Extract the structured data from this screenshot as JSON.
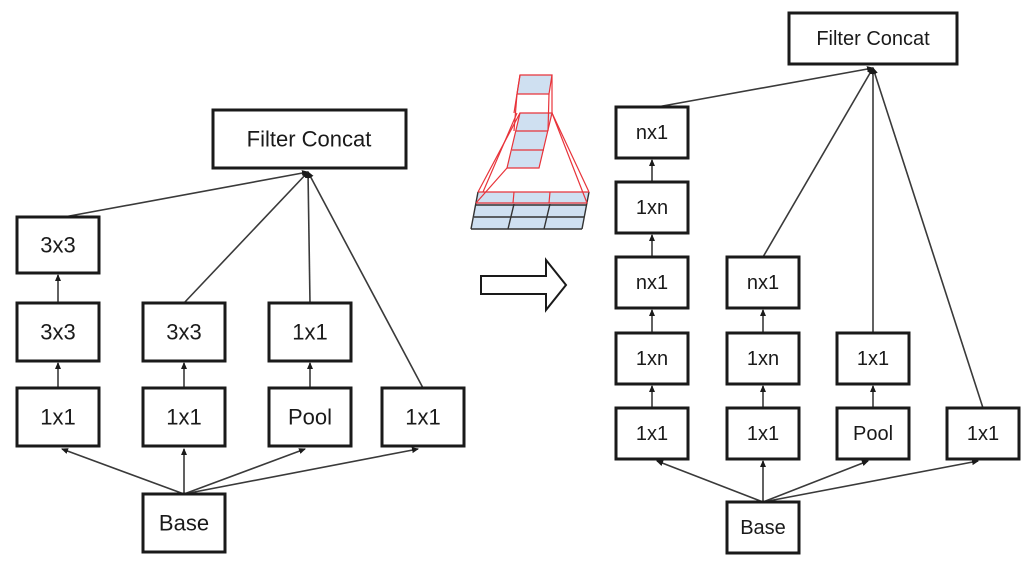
{
  "left_module": {
    "concat_label": "Filter Concat",
    "base_label": "Base",
    "columns": [
      {
        "id": "col1",
        "boxes": [
          "3x3",
          "3x3",
          "1x1"
        ]
      },
      {
        "id": "col2",
        "boxes": [
          "3x3",
          "1x1"
        ]
      },
      {
        "id": "col3",
        "boxes": [
          "1x1",
          "Pool"
        ]
      },
      {
        "id": "col4",
        "boxes": [
          "1x1"
        ]
      }
    ]
  },
  "transform_arrow": {
    "icon": "right-arrow-icon"
  },
  "illustration": {
    "icon": "convolution-receptive-field-icon",
    "grid": "3x3",
    "colors": {
      "fill": "#cfe0f1",
      "outline": "#e8333a",
      "base_outline": "#333333"
    }
  },
  "right_module": {
    "concat_label": "Filter Concat",
    "base_label": "Base",
    "columns": [
      {
        "id": "col1",
        "boxes": [
          "nx1",
          "1xn",
          "nx1",
          "1xn",
          "1x1"
        ]
      },
      {
        "id": "col2",
        "boxes": [
          "nx1",
          "1xn",
          "1x1"
        ]
      },
      {
        "id": "col3",
        "boxes": [
          "1x1",
          "Pool"
        ]
      },
      {
        "id": "col4",
        "boxes": [
          "1x1"
        ]
      }
    ]
  }
}
